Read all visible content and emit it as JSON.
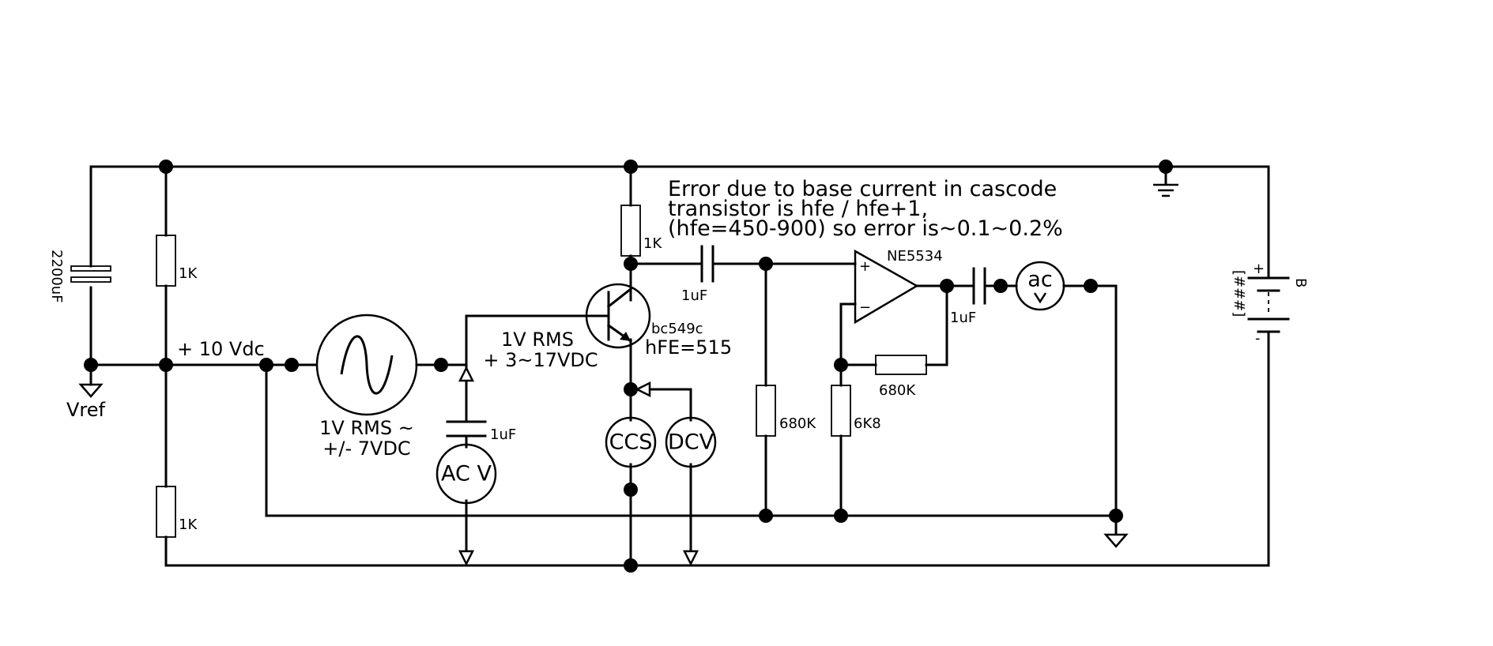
{
  "note": {
    "line1": "Error due to base current in cascode",
    "line2": "transistor is hfe / hfe+1,",
    "line3": "(hfe=450-900) so error is~0.1~0.2%"
  },
  "supply": {
    "label": "+ 10 Vdc",
    "vref": "Vref"
  },
  "components": {
    "c_reservoir": "2200uF",
    "r_top_divider": "1K",
    "r_bottom_divider": "1K",
    "r_collector": "1K",
    "c_ac_meter": "1uF",
    "c_coupling": "1uF",
    "c_output": "1uF",
    "r_bias": "680K",
    "r_feedback": "680K",
    "r_ground": "6K8",
    "transistor": "bc549c",
    "hfe": "hFE=515",
    "opamp": "NE5534",
    "battery_ref": "[###]",
    "battery_name": "B",
    "battery_plus": "+",
    "battery_minus": "-"
  },
  "generator": {
    "line1": "1V RMS ~",
    "line2": "+/- 7VDC"
  },
  "base_signal": {
    "line1": "1V RMS",
    "line2": "+ 3~17VDC"
  },
  "instruments": {
    "ac_voltmeter": "AC V",
    "current_source": "CCS",
    "dc_voltmeter": "DCV",
    "ac_meter": "ac"
  }
}
